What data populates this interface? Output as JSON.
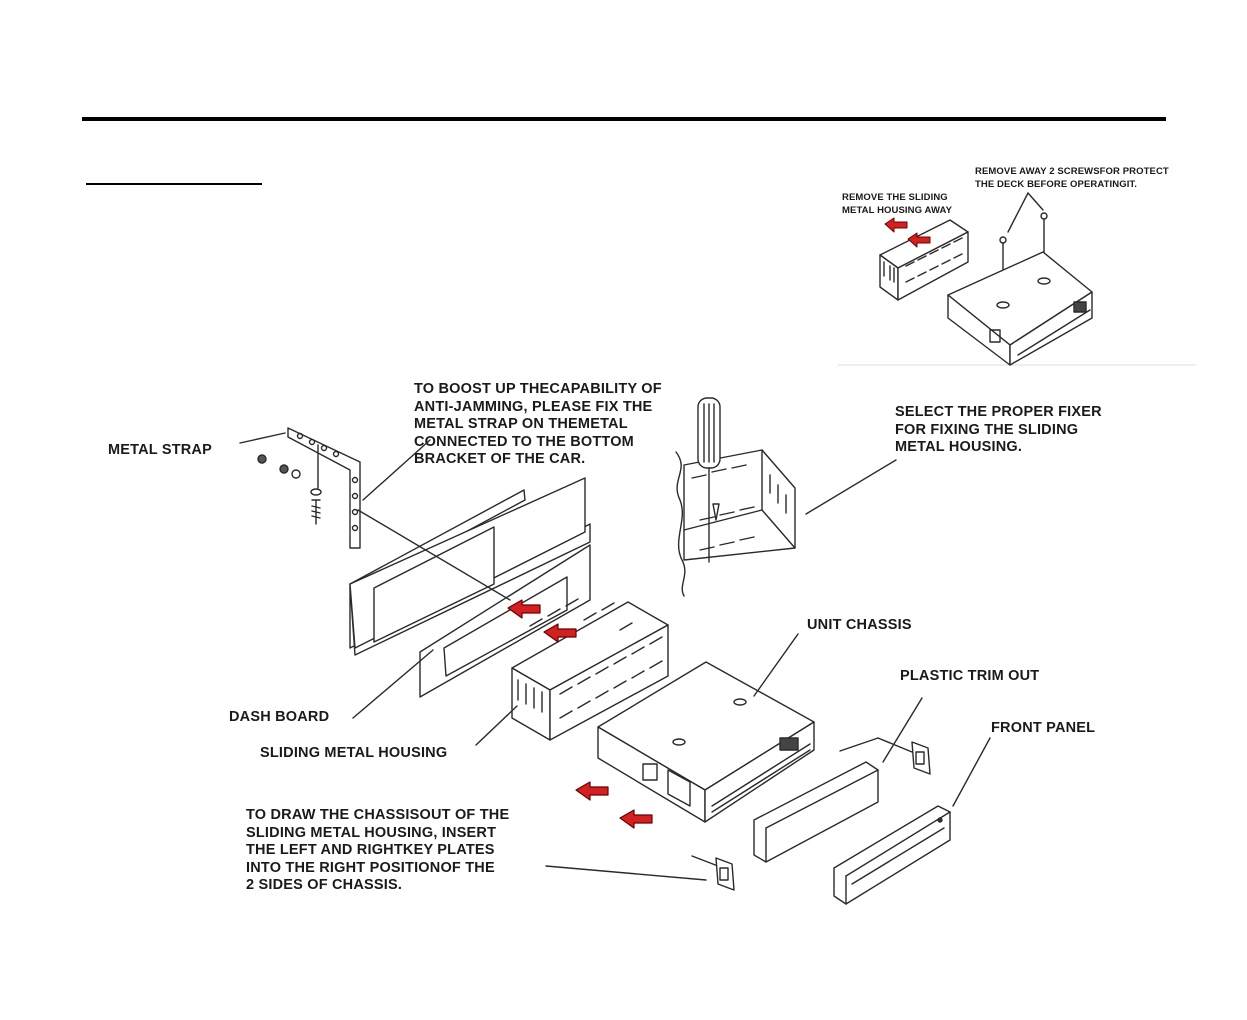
{
  "labels": {
    "remove_screws": "REMOVE AWAY 2 SCREWSFOR PROTECT\nTHE DECK BEFORE OPERATINGIT.",
    "remove_housing": "REMOVE THE SLIDING\nMETAL HOUSING AWAY",
    "boost": "TO BOOST UP THECAPABILITY OF\nANTI-JAMMING, PLEASE FIX THE\nMETAL STRAP ON THEMETAL\nCONNECTED TO THE BOTTOM\nBRACKET OF THE CAR.",
    "metal_strap": "METAL STRAP",
    "select_fixer": "SELECT THE PROPER FIXER\nFOR FIXING THE SLIDING\nMETAL HOUSING.",
    "unit_chassis": "UNIT CHASSIS",
    "plastic_trim": "PLASTIC TRIM OUT",
    "front_panel": "FRONT PANEL",
    "dash_board": "DASH BOARD",
    "sliding_housing": "SLIDING METAL HOUSING",
    "draw_chassis": "TO DRAW THE CHASSISOUT OF THE\nSLIDING METAL HOUSING, INSERT\nTHE LEFT AND RIGHTKEY PLATES\nINTO THE RIGHT POSITIONOF THE\n2 SIDES OF CHASSIS."
  },
  "colors": {
    "arrow": "#d42020",
    "line": "#2a2a2a"
  }
}
